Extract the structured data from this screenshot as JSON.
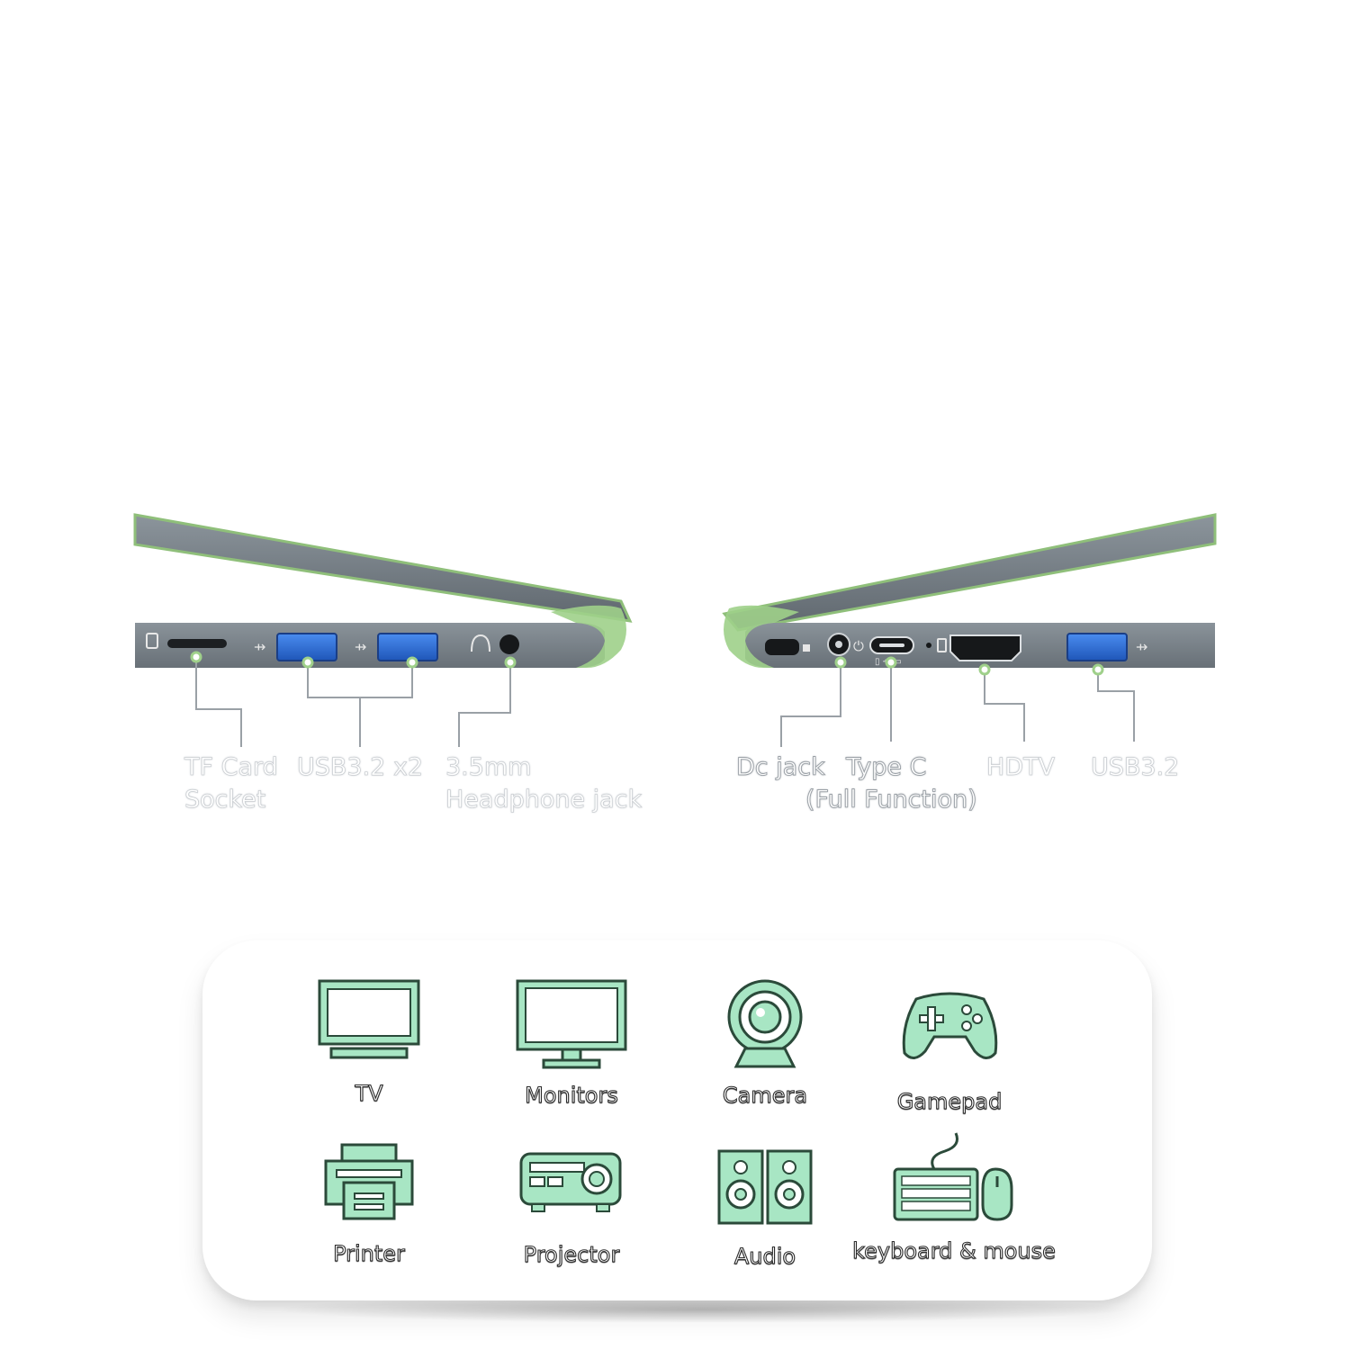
{
  "left_side_ports": [
    {
      "name": "TF Card Socket",
      "line1": "TF Card",
      "line2": "Socket"
    },
    {
      "name": "USB3.2 x2",
      "line1": "USB3.2 x2"
    },
    {
      "name": "3.5mm Headphone jack",
      "line1": "3.5mm",
      "line2": "Headphone jack"
    }
  ],
  "right_side_ports": [
    {
      "name": "Dc jack",
      "line1": "Dc jack"
    },
    {
      "name": "Type C (Full Function)",
      "line1": "Type C",
      "line2": "(Full Function)"
    },
    {
      "name": "HDTV",
      "line1": "HDTV"
    },
    {
      "name": "USB3.2",
      "line1": "USB3.2"
    }
  ],
  "devices": [
    {
      "label": "TV",
      "icon": "tv-icon"
    },
    {
      "label": "Monitors",
      "icon": "monitor-icon"
    },
    {
      "label": "Camera",
      "icon": "webcam-icon"
    },
    {
      "label": "Gamepad",
      "icon": "gamepad-icon"
    },
    {
      "label": "Printer",
      "icon": "printer-icon"
    },
    {
      "label": "Projector",
      "icon": "projector-icon"
    },
    {
      "label": "Audio",
      "icon": "speakers-icon"
    },
    {
      "label": "keyboard & mouse",
      "icon": "keyboard-mouse-icon"
    }
  ],
  "colors": {
    "icon_fill": "#a8e6c4",
    "icon_stroke": "#2b4a3a",
    "laptop_body": "#7c858d",
    "laptop_accent": "#8fbf7a",
    "usb_port": "#2f6fd6"
  }
}
